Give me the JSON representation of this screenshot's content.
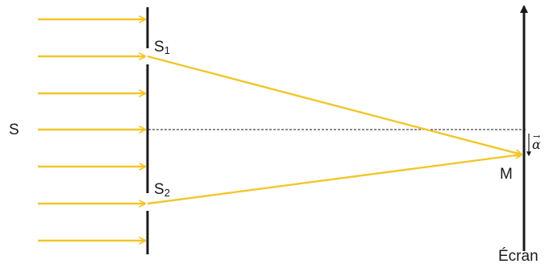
{
  "labels": {
    "source": "S",
    "slit1_letter": "S",
    "slit1_index": "1",
    "slit2_letter": "S",
    "slit2_index": "2",
    "point": "M",
    "screen": "Écran",
    "angle": "α",
    "angle_vector_mark": "→"
  },
  "colors": {
    "ray": "#f2c629",
    "ink": "#1a1a1a"
  }
}
